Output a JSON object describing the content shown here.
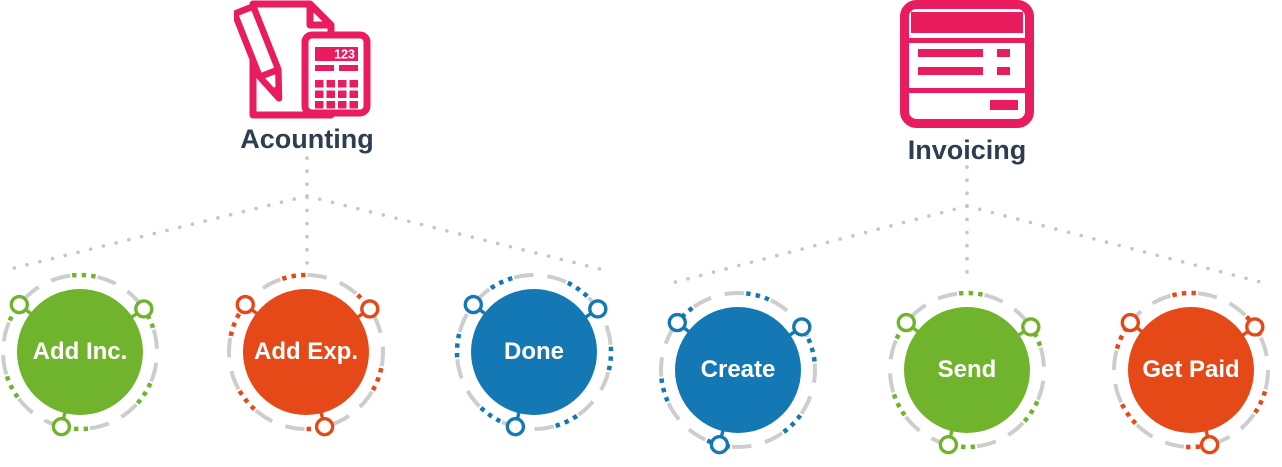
{
  "diagram": {
    "title_color": "#2e3e50",
    "connector_color": "#c6c6c6",
    "ring_color": "#cdcdcd",
    "accent_pink": "#e81c5e",
    "sections": [
      {
        "title": "Acounting",
        "icon": "pencil-document-calculator-icon",
        "calculator_display": "123",
        "steps": [
          {
            "label": "Add Inc.",
            "color": "#6fb42c"
          },
          {
            "label": "Add Exp.",
            "color": "#e54917"
          },
          {
            "label": "Done",
            "color": "#1478b5"
          }
        ]
      },
      {
        "title": "Invoicing",
        "icon": "invoice-icon",
        "steps": [
          {
            "label": "Create",
            "color": "#1478b5"
          },
          {
            "label": "Send",
            "color": "#6fb42c"
          },
          {
            "label": "Get Paid",
            "color": "#e54917"
          }
        ]
      }
    ]
  }
}
